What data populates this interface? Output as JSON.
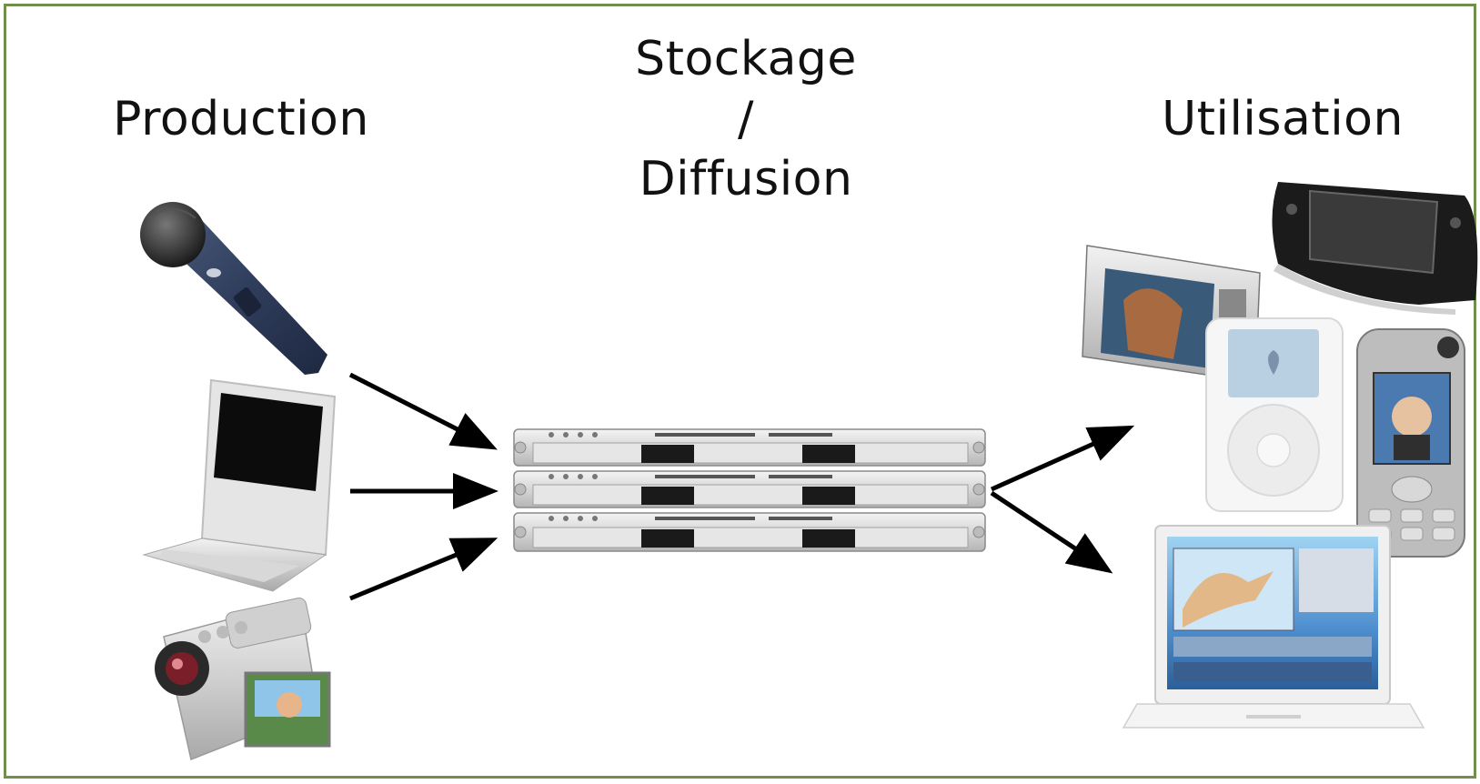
{
  "headings": {
    "production": "Production",
    "stockage_line1": "Stockage",
    "stockage_line2": "/",
    "stockage_line3": "Diffusion",
    "utilisation": "Utilisation"
  },
  "colors": {
    "frame_border": "#6f8f4a",
    "arrow": "#000000",
    "text": "#111111"
  },
  "production_devices": [
    "microphone-icon",
    "laptop-icon",
    "camcorder-icon"
  ],
  "storage_devices": [
    "rack-server-icon"
  ],
  "utilisation_devices": [
    "portable-game-console-icon",
    "portable-media-player-icon",
    "mp3-player-icon",
    "mobile-phone-icon",
    "laptop-computer-icon"
  ]
}
